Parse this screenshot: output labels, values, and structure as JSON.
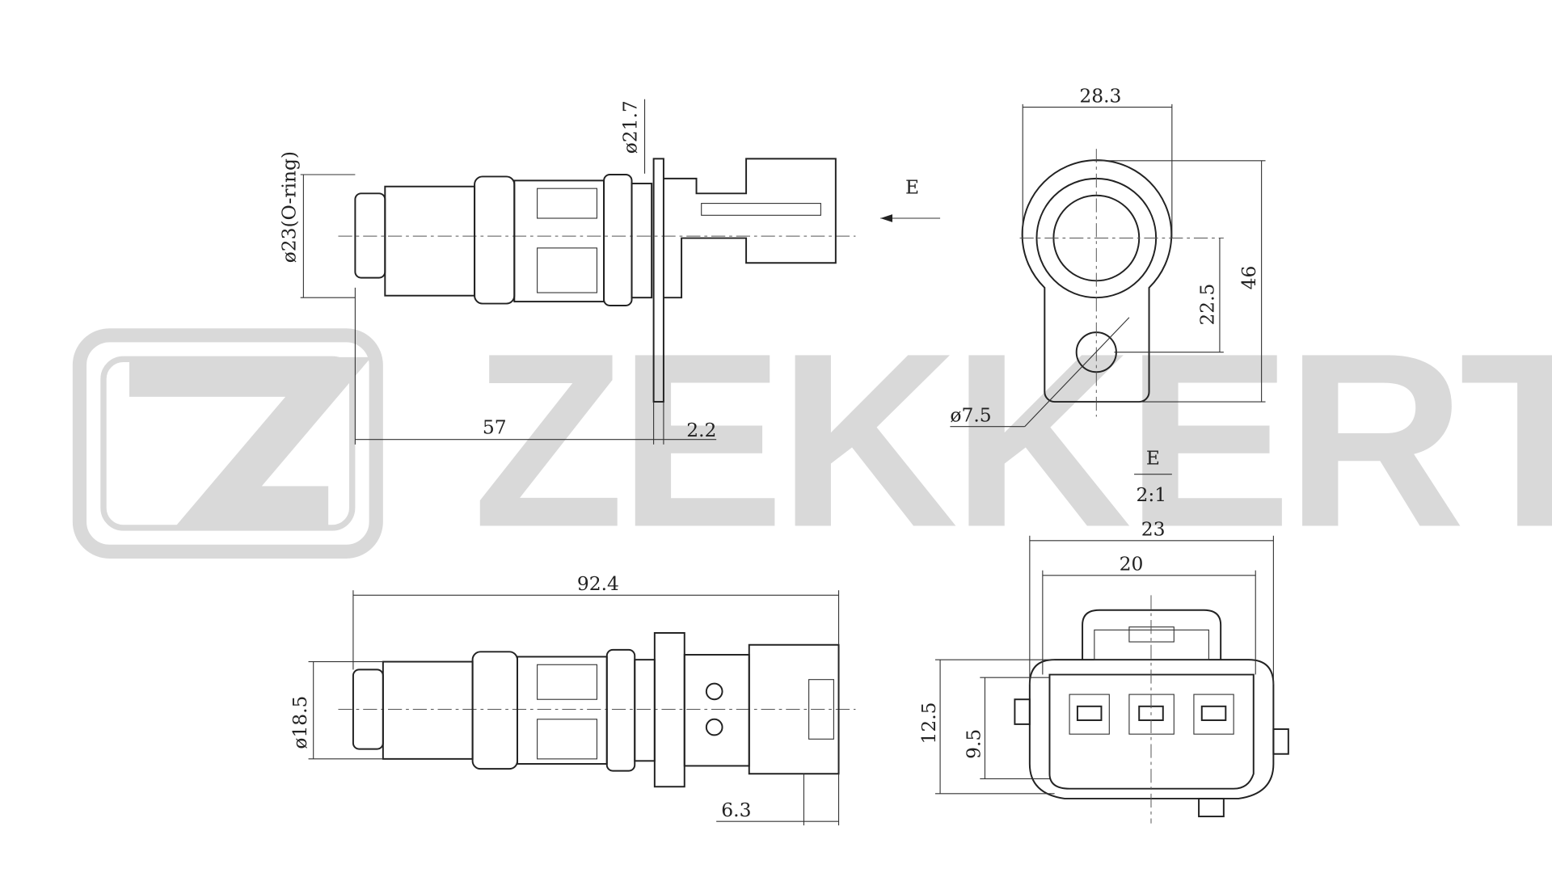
{
  "watermark": {
    "brand": "ZEKKERT"
  },
  "side_view": {
    "dia_oring": "ø23(O-ring)",
    "dia_flange": "ø21.7",
    "length": "57",
    "flange_thickness": "2.2",
    "view_arrow_label": "E"
  },
  "end_view": {
    "width": "28.3",
    "height": "46",
    "hole_offset": "22.5",
    "hole_dia": "ø7.5"
  },
  "detail_view": {
    "label": "E",
    "scale": "2:1",
    "outer_width": "23",
    "inner_width": "20",
    "outer_height": "12.5",
    "inner_height": "9.5"
  },
  "top_view": {
    "overall_length": "92.4",
    "dia_body": "ø18.5",
    "connector_offset": "6.3"
  }
}
